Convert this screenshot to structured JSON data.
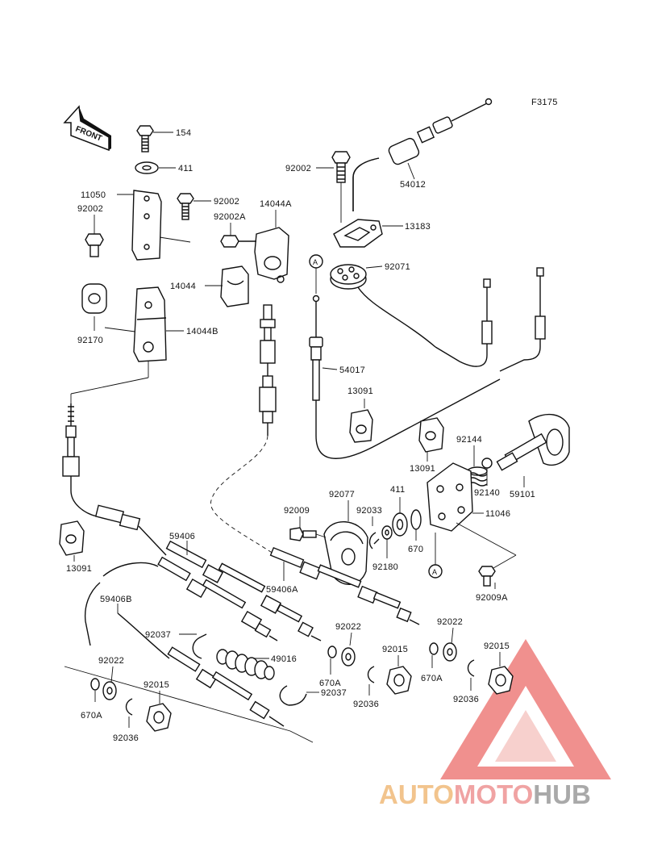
{
  "figure_code": "F3175",
  "front_label": "FRONT",
  "ref_marker": "A",
  "parts": {
    "p154": "154",
    "p411_top": "411",
    "p11050": "11050",
    "p92002_left": "92002",
    "p92002_mid": "92002",
    "p92002A": "92002A",
    "p14044A": "14044A",
    "p14044": "14044",
    "p14044B": "14044B",
    "p92170": "92170",
    "p92002_top": "92002",
    "p54012": "54012",
    "p13183": "13183",
    "p92071": "92071",
    "p54017": "54017",
    "p13091_mid": "13091",
    "p13091_right": "13091",
    "p92144": "92144",
    "p92140": "92140",
    "p59101": "59101",
    "p411_mid": "411",
    "p92077": "92077",
    "p92009": "92009",
    "p92033": "92033",
    "p11046": "11046",
    "p670_mid": "670",
    "p92180": "92180",
    "p92009A": "92009A",
    "p13091_left": "13091",
    "p59406": "59406",
    "p59406A": "59406A",
    "p59406B": "59406B",
    "p92037_a": "92037",
    "p49016": "49016",
    "p92037_b": "92037",
    "p92022_a": "92022",
    "p92022_b": "92022",
    "p92022_c": "92022",
    "p92015_a": "92015",
    "p92015_b": "92015",
    "p92015_c": "92015",
    "p670A_a": "670A",
    "p670A_b": "670A",
    "p670A_c": "670A",
    "p92036_a": "92036",
    "p92036_b": "92036",
    "p92036_c": "92036"
  },
  "watermark": {
    "part1": "AUTO",
    "part2": "MOTO",
    "part3": "HUB",
    "color_auto": "#f2c48d",
    "color_moto": "#f0a3a3",
    "color_hub": "#a9a9a9",
    "triangle_color": "#e8524f"
  }
}
